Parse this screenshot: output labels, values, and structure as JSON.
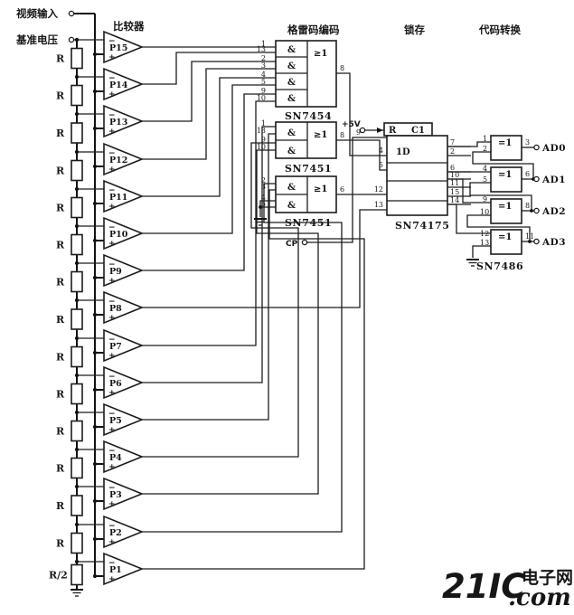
{
  "headers": {
    "video_input": "视频输入",
    "ref_voltage": "基准电压",
    "comparator": "比较器",
    "gray_encode": "格雷码编码",
    "latch": "锁存",
    "code_convert": "代码转换"
  },
  "comparators": [
    "P15",
    "P14",
    "P13",
    "P12",
    "P11",
    "P10",
    "P9",
    "P8",
    "P7",
    "P6",
    "P5",
    "P4",
    "P3",
    "P2",
    "P1"
  ],
  "comparator_minus": "−",
  "comparator_plus": "+",
  "resistors": [
    "R",
    "R",
    "R",
    "R",
    "R",
    "R",
    "R",
    "R",
    "R",
    "R",
    "R",
    "R",
    "R",
    "R",
    "R/2"
  ],
  "gates": {
    "sn7454": {
      "name": "SN7454",
      "and_label": "&",
      "or_label": "≥1",
      "input_pins": [
        "1",
        "13",
        "2",
        "3",
        "4",
        "5",
        "9",
        "10"
      ],
      "output_pin": "8"
    },
    "sn7451a": {
      "name": "SN7451",
      "and_label": "&",
      "or_label": "≥1",
      "input_pins": [
        "1",
        "13",
        "9",
        "10"
      ],
      "output_pin": "8"
    },
    "sn7451b": {
      "name": "SN7451",
      "and_label": "&",
      "or_label": "≥1",
      "input_pins": [
        "2",
        "3",
        "4",
        "5"
      ],
      "output_pin": "6"
    }
  },
  "latch": {
    "name": "SN74175",
    "cell_label": "1D",
    "reset_label": "R",
    "clock_label": "C1",
    "clock_pin": "9",
    "supply_label": "+5V",
    "clock_input_label": "CP",
    "input_pins": [
      "4",
      "5",
      "12",
      "13"
    ],
    "output_pins": [
      "7",
      "2",
      "6",
      "10",
      "11",
      "15",
      "14"
    ]
  },
  "xor": {
    "name": "SN7486",
    "gate_label": "=1",
    "gates": [
      {
        "in1": "1",
        "in2": "2",
        "out": "3",
        "signal": "AD0"
      },
      {
        "in1": "4",
        "in2": "5",
        "out": "6",
        "signal": "AD1"
      },
      {
        "in1": "9",
        "in2": "10",
        "out": "8",
        "signal": "AD2"
      },
      {
        "in1": "12",
        "in2": "13",
        "out": "11",
        "signal": "AD3"
      }
    ]
  },
  "watermark": {
    "brand": "21IC",
    "suffix": ".com",
    "site": "电子网",
    "brand_color": "#f2a3ac",
    "suffix_color": "#c4bedd"
  }
}
